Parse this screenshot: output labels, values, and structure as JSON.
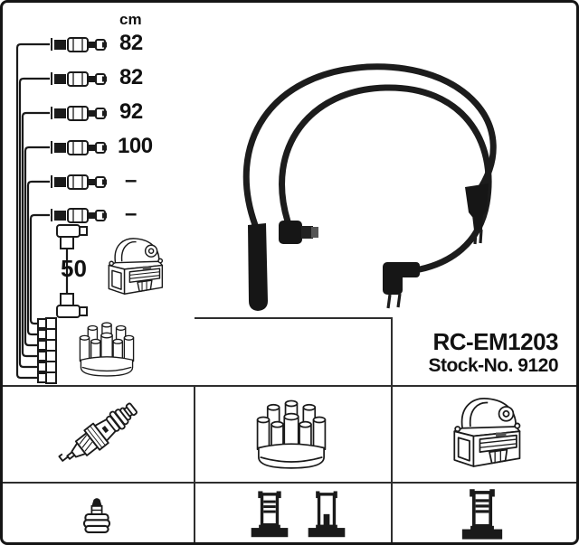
{
  "product": {
    "part_number": "RC-EM1203",
    "stock_text": "Stock-No. 9120"
  },
  "schematic": {
    "unit_label": "cm",
    "rows": [
      {
        "length": "82"
      },
      {
        "length": "82"
      },
      {
        "length": "92"
      },
      {
        "length": "100"
      },
      {
        "length": "–"
      },
      {
        "length": "–"
      }
    ],
    "coil_wire_length": "50"
  },
  "figures": {
    "photo": "ignition-cable-set-photo",
    "diagram_parts": [
      "ignition-coil-drawing",
      "distributor-cap-drawing",
      "cable-kit-schematic"
    ],
    "bottom_cells": [
      {
        "top": "spark-plug-drawing",
        "bottom": [
          "plug-terminal-nut-symbol"
        ]
      },
      {
        "top": "distributor-cap-drawing",
        "bottom": [
          "ribbed-tower-terminal-symbol",
          "socket-tower-terminal-symbol"
        ]
      },
      {
        "top": "ignition-coil-drawing",
        "bottom": [
          "ribbed-tower-terminal-symbol"
        ]
      }
    ]
  },
  "colors": {
    "background": "#ffffff",
    "line_art": "#1a1a1a",
    "divider": "#2e2e2e",
    "border": "#151515",
    "text": "#111111"
  }
}
